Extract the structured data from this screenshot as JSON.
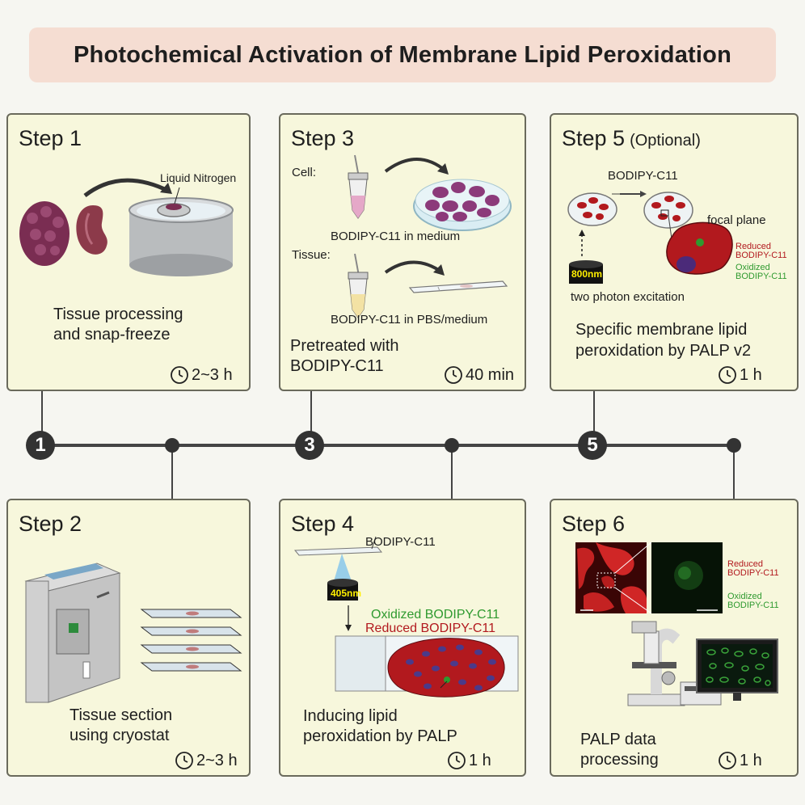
{
  "title": "Photochemical Activation of Membrane Lipid Peroxidation",
  "steps": {
    "s1": {
      "label": "Step 1",
      "art_label": "Liquid Nitrogen",
      "desc1": "Tissue processing",
      "desc2": "and snap-freeze",
      "time": "2~3 h"
    },
    "s2": {
      "label": "Step 2",
      "desc1": "Tissue section",
      "desc2": "using cryostat",
      "time": "2~3 h"
    },
    "s3": {
      "label": "Step 3",
      "cell": "Cell:",
      "cell_medium": "BODIPY-C11 in medium",
      "tissue": "Tissue:",
      "tissue_medium": "BODIPY-C11 in PBS/medium",
      "desc1": "Pretreated with",
      "desc2": "BODIPY-C11",
      "time": "40 min"
    },
    "s4": {
      "label": "Step 4",
      "probe": "BODIPY-C11",
      "laser": "405nm",
      "oxidized": "Oxidized BODIPY-C11",
      "reduced": "Reduced BODIPY-C11",
      "desc1": "Inducing lipid",
      "desc2": "peroxidation by PALP",
      "time": "1 h"
    },
    "s5": {
      "label": "Step 5",
      "optional": "(Optional)",
      "probe": "BODIPY-C11",
      "focal": "focal plane",
      "laser": "800nm",
      "excitation": "two photon excitation",
      "reduced1": "Reduced",
      "reduced2": "BODIPY-C11",
      "oxidized1": "Oxidized",
      "oxidized2": "BODIPY-C11",
      "desc1": "Specific membrane lipid",
      "desc2": "peroxidation by PALP v2",
      "time": "1 h"
    },
    "s6": {
      "label": "Step 6",
      "reduced1": "Reduced",
      "reduced2": "BODIPY-C11",
      "oxidized1": "Oxidized",
      "oxidized2": "BODIPY-C11",
      "desc1": "PALP data",
      "desc2": "processing",
      "time": "1 h"
    }
  },
  "timeline": {
    "badges": [
      "1",
      "3",
      "5"
    ]
  },
  "colors": {
    "card_bg": "#f7f7dc",
    "title_bg": "#f5ddd2",
    "reduced": "#b2191e",
    "oxidized": "#2f9a2f",
    "line": "#444444"
  }
}
